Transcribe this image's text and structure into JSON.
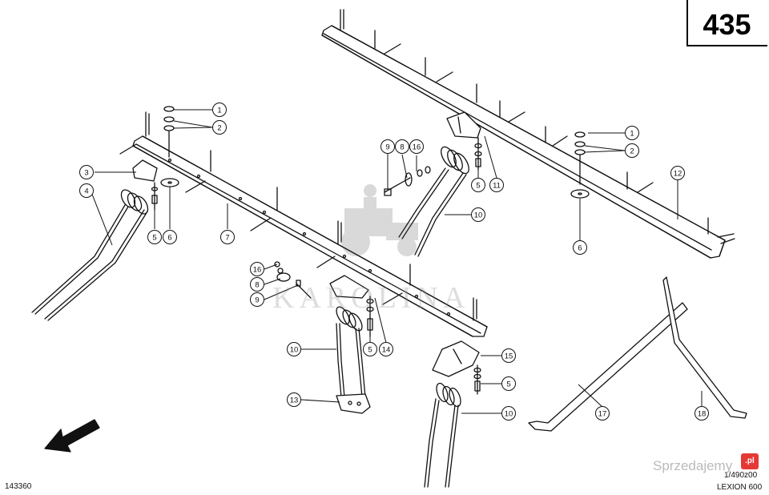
{
  "page": {
    "number": "435"
  },
  "footer": {
    "left_code": "143360",
    "right_code": "1/490z00",
    "model": "LEXION 600"
  },
  "watermark": {
    "brand": "Sprzedajemy",
    "badge": ".pl"
  },
  "callouts": [
    {
      "id": "c1a",
      "label": "1"
    },
    {
      "id": "c2a",
      "label": "2"
    },
    {
      "id": "c3",
      "label": "3"
    },
    {
      "id": "c4",
      "label": "4"
    },
    {
      "id": "c5a",
      "label": "5"
    },
    {
      "id": "c6a",
      "label": "6"
    },
    {
      "id": "c7",
      "label": "7"
    },
    {
      "id": "c9a",
      "label": "9"
    },
    {
      "id": "c8a",
      "label": "8"
    },
    {
      "id": "c16a",
      "label": "16"
    },
    {
      "id": "c5b",
      "label": "5"
    },
    {
      "id": "c11",
      "label": "11"
    },
    {
      "id": "c10a",
      "label": "10"
    },
    {
      "id": "c1b",
      "label": "1"
    },
    {
      "id": "c2b",
      "label": "2"
    },
    {
      "id": "c12",
      "label": "12"
    },
    {
      "id": "c6b",
      "label": "6"
    },
    {
      "id": "c16b",
      "label": "16"
    },
    {
      "id": "c8b",
      "label": "8"
    },
    {
      "id": "c9b",
      "label": "9"
    },
    {
      "id": "c10b",
      "label": "10"
    },
    {
      "id": "c5c",
      "label": "5"
    },
    {
      "id": "c14",
      "label": "14"
    },
    {
      "id": "c13",
      "label": "13"
    },
    {
      "id": "c15",
      "label": "15"
    },
    {
      "id": "c5d",
      "label": "5"
    },
    {
      "id": "c10c",
      "label": "10"
    },
    {
      "id": "c17",
      "label": "17"
    },
    {
      "id": "c18",
      "label": "18"
    }
  ]
}
